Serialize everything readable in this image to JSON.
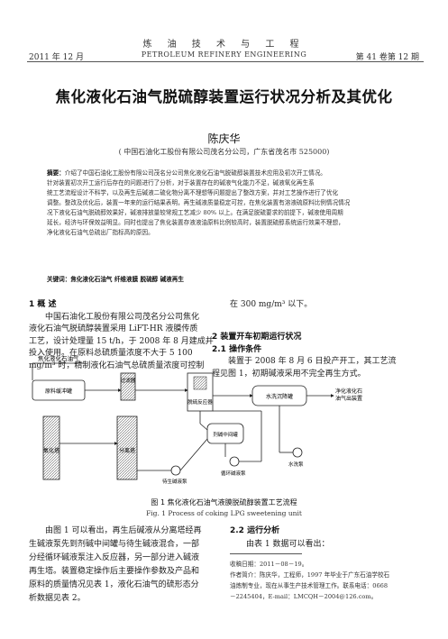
{
  "header": {
    "journal_cn": "炼 油 技 术 与 工 程",
    "journal_en": "PETROLEUM REFINERY ENGINEERING",
    "date": "2011 年 12 月",
    "issue": "第 41 卷第 12 期"
  },
  "article": {
    "title": "焦化液化石油气脱硫醇装置运行状况分析及其优化",
    "author": "陈庆华",
    "affiliation": "( 中国石油化工股份有限公司茂名分公司，广东省茂名市 525000)",
    "abstract_label": "摘要：",
    "abstract_lines": [
      "介绍了中国石油化工股份有限公司茂名分公司焦化液化石油气脱硫醇装置技术应用及初次开工情况。",
      "针对装置初次开工运行后存在的问题进行了分析，对于装置存在的碱液气化能力不足，碱液氧化再生系",
      "统工艺流程设计不科学，以及再生后碱液二硫化物分离不理想等问题提出了整改方案，并对工艺操作进行了优化",
      "调整。整改及优化后，装置一年来的运行结果表明，再生碱液质量稳定可控，在焦化装置有溶液硫原料比例情况情况",
      "况下液化石油气脱硫醇效果好，碱液排放量较常规工艺减少 80% 以上。在满足脱硫要求的前提下，碱液使用周期",
      "延长，经济与环保效益明显。同时也提出了焦化装置存液液油原料比例较高时，装置脱硫醇系统运行效果不理想，",
      "净化液化石油气总硫出厂指标高的原因。"
    ],
    "keywords_label": "关键词：",
    "keywords": "焦化液化石油气   纤维液膜   脱硫醇   碱液再生"
  },
  "section1": {
    "heading": "1   概   述",
    "paragraph": [
      "中国石油化工股份有限公司茂名分公司焦化",
      "液化石油气脱硫醇装置采用 LiFT-HR 液膜传质",
      "工艺，设计处理量 15 t/h，于 2008 年 8 月建成并",
      "投入使用。在原料总硫质量浓度不大于 5 100",
      "mg/m³ 时，精制液化石油气总硫质量浓度可控制"
    ]
  },
  "right_top": {
    "line1": "在 300 mg/m³ 以下。",
    "heading2": "2   装置开车初期运行状况",
    "heading21": "2.1   操作条件",
    "paragraph": [
      "装置于 2008 年 8 月 6 日投产开工，其工艺流",
      "程见图 1，初期碱液采用不完全再生方式。"
    ]
  },
  "figure": {
    "label_lpg_in": "焦化液化石油气",
    "box_raw_tank": "原料缓冲罐",
    "box_filter": "过滤器",
    "box_desulf": "脱硫反应器",
    "box_wash": "水洗沉降罐",
    "label_lpg_out": "净化液化石\n油气出装置",
    "box_caustic": "剂碱中间罐",
    "box_oxidize": "氧化塔",
    "box_separator": "分离塔",
    "label_regen_tank": "待生碱液泵",
    "label_circ_pump": "循环碱液泵",
    "label_water_pump": "水洗泵",
    "caption_cn": "图 1   焦化液化石油气液膜脱硫醇装置工艺流程",
    "caption_en": "Fig. 1     Process of coking LPG sweetening unit"
  },
  "bottom_left": {
    "lines": [
      "由图 1 可以看出，再生后碱液从分离塔经再",
      "生碱液泵先到剂碱中间罐与待生碱液混合，一部",
      "分经循环碱液泵注入反应器，另一部分进入碱液",
      "再生塔。装置稳定操作后主要操作参数及产品和",
      "原料的质量情况见表 1，液化石油气的硫形态分",
      "析数据见表 2。"
    ]
  },
  "bottom_right": {
    "heading": "2.2   运行分析",
    "line": "由表 1 数据可以看出：",
    "footnote_lines": [
      "收稿日期：2011－08－19。",
      "作者简介：陈庆华，工程师，1997 年毕业于广东石油学校石",
      "油炼制专业，现在从事生产技术管理工作。联系电话：0668",
      "－2245404，E-mail：LMCQH－2004@126.com。"
    ]
  },
  "colors": {
    "box_fill": "#ffffff",
    "line": "#222222",
    "hatch": "#555555"
  }
}
